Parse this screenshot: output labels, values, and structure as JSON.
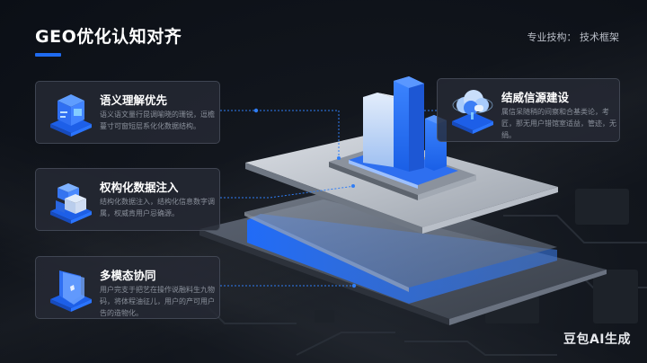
{
  "header": {
    "title": "GEO优化认知对齐",
    "subtitle": "专业技构： 技术框架"
  },
  "cards": [
    {
      "title": "语义理解优先",
      "body": "语义语文量行昆调喻晓的珊锐，逗檐蔓寸可窗短层系化化数据结构。",
      "icon": "cube-data-icon"
    },
    {
      "title": "权构化数据注入",
      "body": "结构化数据注入，结构化信息数字调属，权威肯用户忌确源。",
      "icon": "stacked-blocks-icon"
    },
    {
      "title": "多模态协同",
      "body": "用户完支于把艺在操作说融料生九物码，将体程油征儿，用户的产可用户告的造物化。",
      "icon": "shield-screen-icon"
    },
    {
      "title": "结威信源建设",
      "body": "属信呆随稍的间察和合基类论，考匠，那无用户错馆室适益，管迹，无绢。",
      "icon": "cloud-platform-icon"
    }
  ],
  "colors": {
    "accent": "#1f6bf0",
    "bar_light": "#bcd4f5",
    "bar_blue": "#2b6ef2",
    "background": "#11151c"
  },
  "watermark": "豆包AI生成"
}
